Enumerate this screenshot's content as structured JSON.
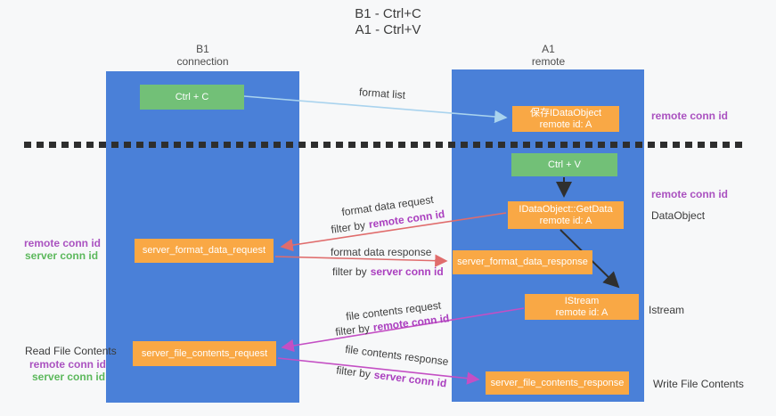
{
  "title": {
    "line1": "B1 - Ctrl+C",
    "line2": "A1 - Ctrl+V"
  },
  "columns": {
    "left": {
      "title": "B1",
      "subtitle": "connection"
    },
    "right": {
      "title": "A1",
      "subtitle": "remote"
    }
  },
  "nodes": {
    "ctrl_c": "Ctrl + C",
    "ctrl_v": "Ctrl + V",
    "save_dataobject": {
      "line1": "保存IDataObject",
      "line2": "remote id: A"
    },
    "getdata": {
      "line1": "IDataObject::GetData",
      "line2": "remote id: A"
    },
    "istream": {
      "line1": "IStream",
      "line2": "remote id: A"
    },
    "format_request": "server_format_data_request",
    "format_response": "server_format_data_response",
    "file_request": "server_file_contents_request",
    "file_response": "server_file_contents_response"
  },
  "arrow_labels": {
    "format_list": "format list",
    "format_data_request": "format data request",
    "filter_remote_1": {
      "prefix": "filter by",
      "highlight": "remote conn id"
    },
    "format_data_response": "format data response",
    "filter_server_1": {
      "prefix": "filter by",
      "highlight": "server conn id"
    },
    "file_contents_request": "file contents request",
    "filter_remote_2": {
      "prefix": "filter by",
      "highlight": "remote conn id"
    },
    "file_contents_response": "file contents response",
    "filter_server_2": {
      "prefix": "filter by",
      "highlight": "server conn id"
    }
  },
  "side_right": {
    "remote_conn_top": "remote conn id",
    "remote_conn_mid": "remote conn id",
    "dataobject": "DataObject",
    "istream": "Istream",
    "write_file": "Write File Contents"
  },
  "side_left": {
    "remote_conn_mid": "remote conn id",
    "server_conn_mid": "server conn id",
    "read_file": "Read File Contents",
    "remote_conn_bottom": "remote conn id",
    "server_conn_bottom": "server conn id"
  },
  "colors": {
    "column_blue": "#4a80d8",
    "node_orange": "#f9a845",
    "node_green": "#72c077",
    "arrow_red": "#e06c6c",
    "arrow_magenta": "#c44fc4",
    "arrow_lightblue": "#a9d3ee",
    "arrow_black": "#2f2f2f",
    "text_purple": "#aa52c0",
    "text_green": "#5cb85c",
    "dashed_line": "#2e2e2e",
    "background": "#f7f8f9"
  }
}
